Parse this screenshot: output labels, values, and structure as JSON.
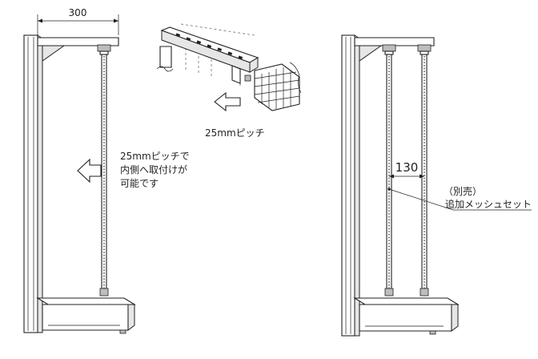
{
  "left_figure": {
    "dim_width": "300",
    "note_lines": [
      "25mmピッチで",
      "内側へ取付けが",
      "可能です"
    ]
  },
  "center_figure": {
    "pitch_label": "25mmピッチ"
  },
  "right_figure": {
    "dim_spacing": "130",
    "note_lines": [
      "（別売）",
      "追加メッシュセット"
    ]
  }
}
